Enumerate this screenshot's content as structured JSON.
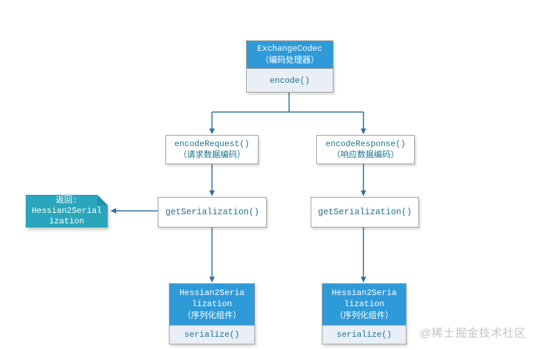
{
  "colors": {
    "node-blue": "#2f9ad8",
    "node-light": "#e9eef7",
    "node-border": "#9e9e9e",
    "callout-teal": "#2aa6bc",
    "callout-fold": "#1f93a9",
    "code-text": "#19718f",
    "line": "#24719c",
    "arrow": "#2d6fa8",
    "watermark": "#c4c4c4"
  },
  "diagram": {
    "root_node": {
      "title": [
        "ExchangeCodec",
        "（编码处理器）"
      ],
      "method": "encode()"
    },
    "request_node": {
      "lines": [
        "encodeRequest()",
        "（请求数据编码）"
      ]
    },
    "response_node": {
      "lines": [
        "encodeResponse()",
        "（响应数据编码）"
      ]
    },
    "get_serialization_left": {
      "label": "getSerialization()"
    },
    "get_serialization_right": {
      "label": "getSerialization()"
    },
    "serialization_left": {
      "title": [
        "Hessian2Seria",
        "lization",
        "（序列化组件）"
      ],
      "method": "serialize()"
    },
    "serialization_right": {
      "title": [
        "Hessian2Seria",
        "lization",
        "（序列化组件）"
      ],
      "method": "serialize()"
    },
    "callout": {
      "lines": [
        "返回:",
        "Hessian2Serial",
        "ization"
      ]
    }
  },
  "watermark": "@稀土掘金技术社区"
}
